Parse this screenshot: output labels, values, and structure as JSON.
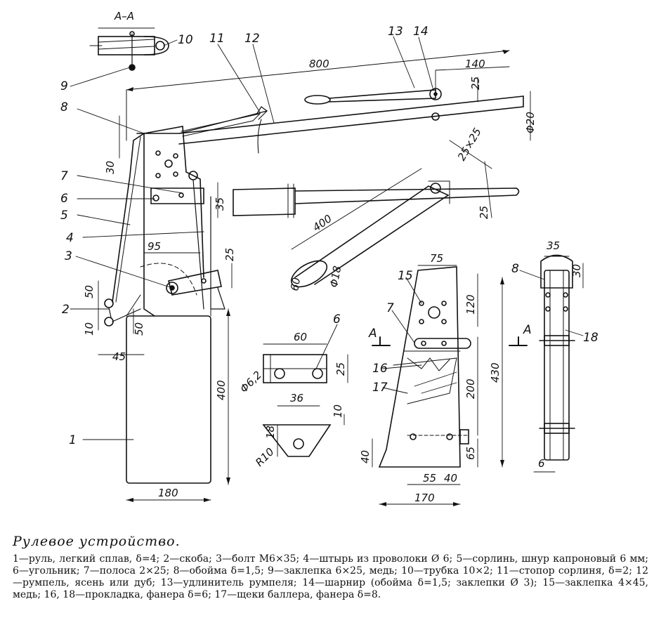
{
  "drawing": {
    "section_label": "А–А",
    "dimensions": {
      "d800": "800",
      "d140": "140",
      "d25a": "25",
      "d20": "Φ20",
      "d30": "30",
      "d35": "35",
      "d25x25": "25×25",
      "d400a": "400",
      "d25b": "25",
      "d60": "60",
      "d18": "Φ18",
      "d95": "95",
      "d25c": "25",
      "d50a": "50",
      "d10a": "10",
      "d50b": "50",
      "d45": "45",
      "d400b": "400",
      "d180": "180",
      "d60w": "60",
      "d25d": "25",
      "d62": "Φ6,2",
      "d36": "36",
      "d10b": "10",
      "d18b": "18",
      "dR10": "R10",
      "d75": "75",
      "d120": "120",
      "d430": "430",
      "d200": "200",
      "d65": "65",
      "d40a": "40",
      "d55": "55",
      "d40b": "40",
      "d170": "170",
      "d35r": "35",
      "d30r": "30",
      "d6": "6"
    },
    "callouts": {
      "c1": "1",
      "c2": "2",
      "c3": "3",
      "c4": "4",
      "c5": "5",
      "c6": "6",
      "c7": "7",
      "c8": "8",
      "c9": "9",
      "c10": "10",
      "c11": "11",
      "c12": "12",
      "c13": "13",
      "c14": "14",
      "c6b": "6",
      "c15": "15",
      "c7b": "7",
      "c16": "16",
      "c17": "17",
      "c8b": "8",
      "c18": "18",
      "cAl": "А",
      "cAr": "А"
    }
  },
  "caption": {
    "title": "Рулевое устройство.",
    "text": "1—руль, легкий сплав, δ=4; 2—скоба; 3—болт М6×35; 4—штырь из проволоки Ø 6; 5—сорлинь, шнур капроновый 6 мм; 6—угольник; 7—полоса 2×25; 8—обойма δ=1,5; 9—заклепка 6×25, медь; 10—трубка 10×2; 11—стопор сорлиня, δ=2; 12—румпель, ясень или дуб; 13—удлинитель румпеля; 14—шарнир (обойма δ=1,5; заклепки Ø 3); 15—заклепка 4×45, медь; 16, 18—прокладка, фанера δ=6; 17—щеки баллера, фанера δ=8."
  }
}
